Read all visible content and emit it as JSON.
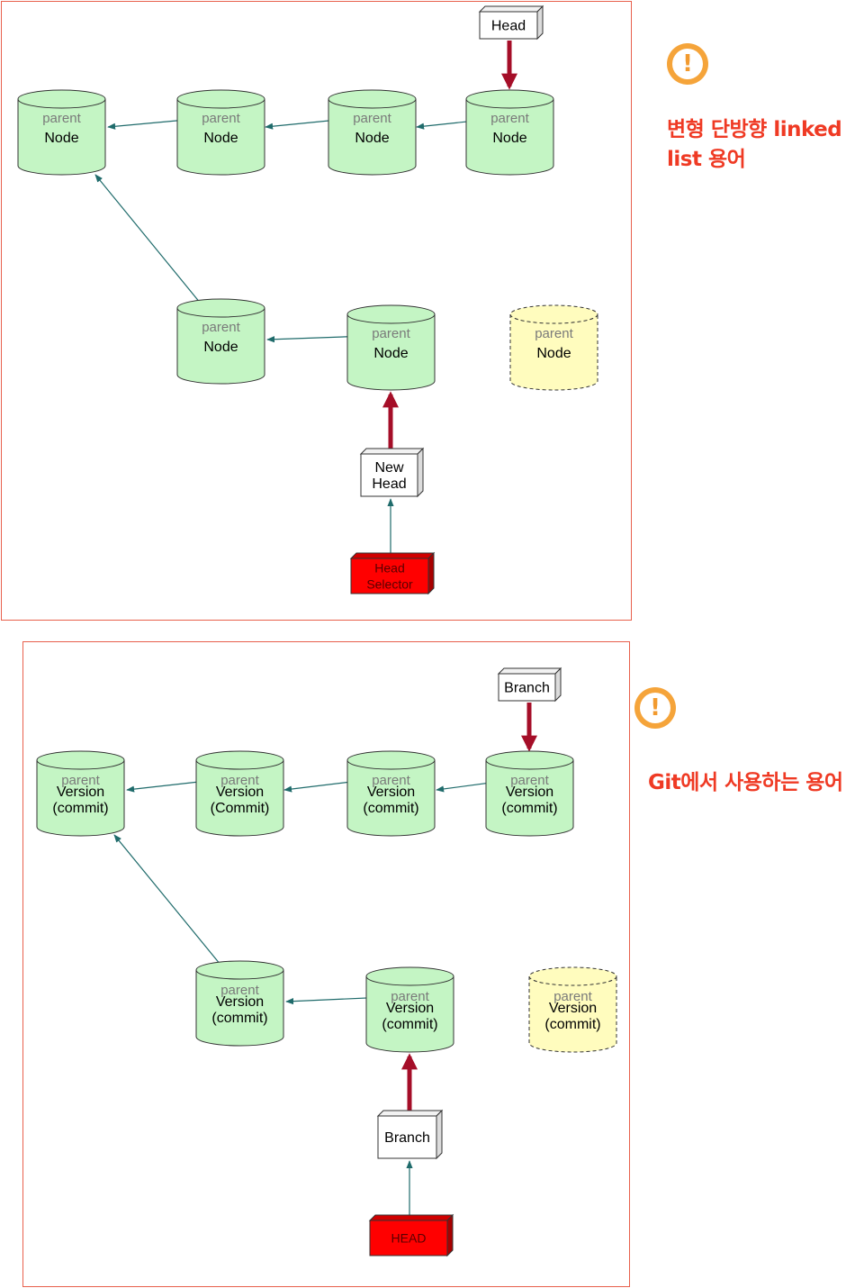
{
  "colors": {
    "node_fill": "#c4f5c4",
    "ghost_fill": "#fffcbe",
    "head_selector_fill": "#ff0000",
    "strong_arrow": "#a50e28",
    "link_arrow": "#1f6b6b",
    "frame_border": "#e8604c",
    "note_text": "#ef3a24",
    "note_icon": "#f5a43a"
  },
  "top": {
    "note_icon": "!",
    "note_lines": [
      "변형 단방향 linked",
      "list 용어"
    ],
    "nodes": [
      {
        "id": "t1",
        "parent_label": "parent",
        "label": [
          "Node"
        ],
        "style": "solid"
      },
      {
        "id": "t2",
        "parent_label": "parent",
        "label": [
          "Node"
        ],
        "style": "solid"
      },
      {
        "id": "t3",
        "parent_label": "parent",
        "label": [
          "Node"
        ],
        "style": "solid"
      },
      {
        "id": "t4",
        "parent_label": "parent",
        "label": [
          "Node"
        ],
        "style": "solid"
      },
      {
        "id": "t5",
        "parent_label": "parent",
        "label": [
          "Node"
        ],
        "style": "solid"
      },
      {
        "id": "t6",
        "parent_label": "parent",
        "label": [
          "Node"
        ],
        "style": "solid"
      },
      {
        "id": "t7",
        "parent_label": "parent",
        "label": [
          "Node"
        ],
        "style": "dashed"
      }
    ],
    "boxes": [
      {
        "id": "tb1",
        "label": [
          "Head"
        ],
        "style": "white"
      },
      {
        "id": "tb2",
        "label": [
          "New",
          "Head"
        ],
        "style": "white"
      },
      {
        "id": "tb3",
        "label": [
          "Head",
          "Selector"
        ],
        "style": "red"
      }
    ]
  },
  "bottom": {
    "note_icon": "!",
    "note_lines": [
      "Git에서 사용하는 용어"
    ],
    "nodes": [
      {
        "id": "b1",
        "parent_label": "parent",
        "label": [
          "Version",
          "(commit)"
        ],
        "style": "solid"
      },
      {
        "id": "b2",
        "parent_label": "parent",
        "label": [
          "Version",
          "(Commit)"
        ],
        "style": "solid"
      },
      {
        "id": "b3",
        "parent_label": "parent",
        "label": [
          "Version",
          "(commit)"
        ],
        "style": "solid"
      },
      {
        "id": "b4",
        "parent_label": "parent",
        "label": [
          "Version",
          "(commit)"
        ],
        "style": "solid"
      },
      {
        "id": "b5",
        "parent_label": "parent",
        "label": [
          "Version",
          "(commit)"
        ],
        "style": "solid"
      },
      {
        "id": "b6",
        "parent_label": "parent",
        "label": [
          "Version",
          "(commit)"
        ],
        "style": "solid"
      },
      {
        "id": "b7",
        "parent_label": "parent",
        "label": [
          "Version",
          "(commit)"
        ],
        "style": "dashed"
      }
    ],
    "boxes": [
      {
        "id": "bb1",
        "label": [
          "Branch"
        ],
        "style": "white"
      },
      {
        "id": "bb2",
        "label": [
          "Branch"
        ],
        "style": "white"
      },
      {
        "id": "bb3",
        "label": [
          "HEAD"
        ],
        "style": "red"
      }
    ]
  }
}
